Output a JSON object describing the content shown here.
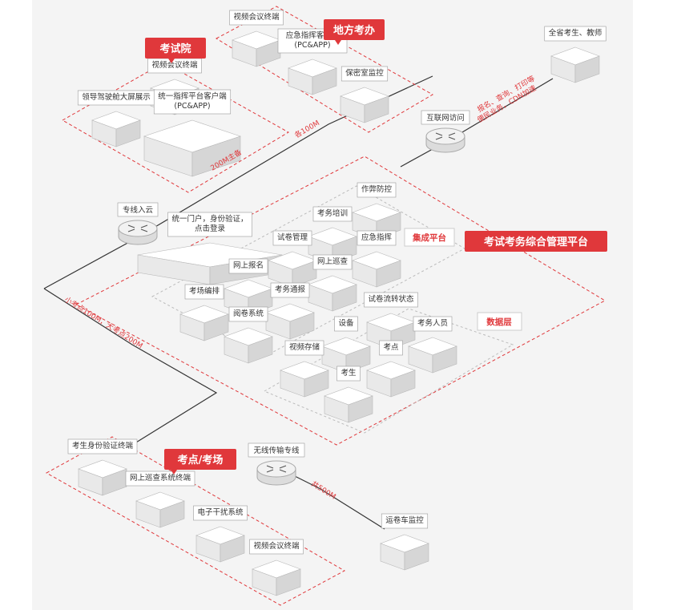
{
  "colors": {
    "accent": "#e0383b",
    "panel": "#f4f4f4",
    "box_top": "#ffffff",
    "box_left": "#e9e9e9",
    "box_right": "#d6d6d6"
  },
  "regions": {
    "exam_institute": "考试院",
    "local_exam_office": "地方考办",
    "exam_site": "考点/考场",
    "management_platform": "考试考务综合管理平台",
    "integration_platform": "集成平台",
    "data_layer": "数据层"
  },
  "nodes": {
    "video_conf_1": "视频会议终端",
    "emergency_client": "应急指挥客户端\n(PC&APP)",
    "vault_monitor": "保密室监控",
    "video_conf_2": "视频会议终端",
    "leader_screen": "领导驾驶舱大屏展示",
    "unified_client": "统一指挥平台客户端\n(PC&APP)",
    "all_users": "全省考生、教师",
    "internet_access": "互联网访问",
    "dedicated_cloud": "专线入云",
    "unified_portal": "统一门户，身份验证，\n点击登录",
    "anti_cheat": "作弊防控",
    "exam_training": "考务培训",
    "paper_mgmt": "试卷管理",
    "emergency_cmd": "应急指挥",
    "online_patrol": "网上巡查",
    "online_reg": "网上报名",
    "exam_report": "考务通报",
    "room_arrange": "考场编排",
    "marking_system": "阅卷系统",
    "paper_flow": "试卷流转状态",
    "device": "设备",
    "staff": "考务人员",
    "video_storage": "视频存储",
    "exam_point": "考点",
    "examinee": "考生",
    "id_verify": "考生身份验证终端",
    "wireless": "无线传输专线",
    "patrol_terminal": "网上巡查系统终端",
    "jammer": "电子干扰系统",
    "video_conf_3": "视频会议终端",
    "transport_monitor": "运卷车监控"
  },
  "links": {
    "main_200m": "200M主备",
    "local_100m": "各100M",
    "small_100m": "小考点100M，大考点200M",
    "total_500m": "共500M",
    "internet_services": [
      "报名、查询、打印等",
      "便民业务，CDN加速"
    ]
  }
}
